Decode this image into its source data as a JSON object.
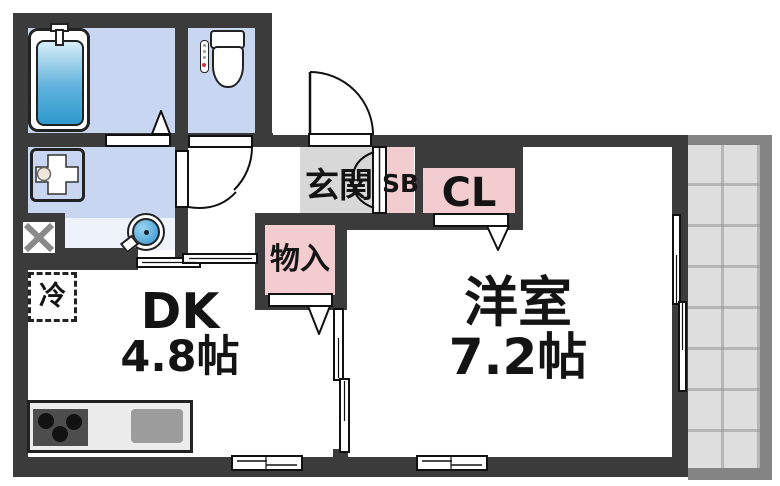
{
  "floorplan": {
    "labels": {
      "genkan": "玄関",
      "sb": "SB",
      "cl": "CL",
      "monoire": "物入",
      "rei": "冷",
      "dk": "DK",
      "dk_size": "4.8帖",
      "yoshitsu": "洋室",
      "yoshitsu_size": "7.2帖"
    },
    "colors": {
      "wall": "#3b3b3b",
      "wet_room_blue": "#c8d6f1",
      "closet_pink": "#f3cccf",
      "genkan_gray": "#d8d8d8",
      "balcony_tile": "#dedede",
      "balcony_frame": "#848484",
      "bathtub_blue": "#2f9ace",
      "washer_blue": "#4aa3d8"
    },
    "fixtures": [
      "bathtub-icon",
      "bath-faucet-icon",
      "toilet-icon",
      "washbasin-icon",
      "washing-machine-icon",
      "pipe-space-icon",
      "refrigerator-box",
      "kitchen-counter-icon",
      "stove-icon",
      "sink-icon",
      "entrance-door-icon",
      "hinged-door-icons",
      "sliding-door-icons",
      "sliding-window-icons",
      "closet-door-icons",
      "balcony"
    ]
  }
}
